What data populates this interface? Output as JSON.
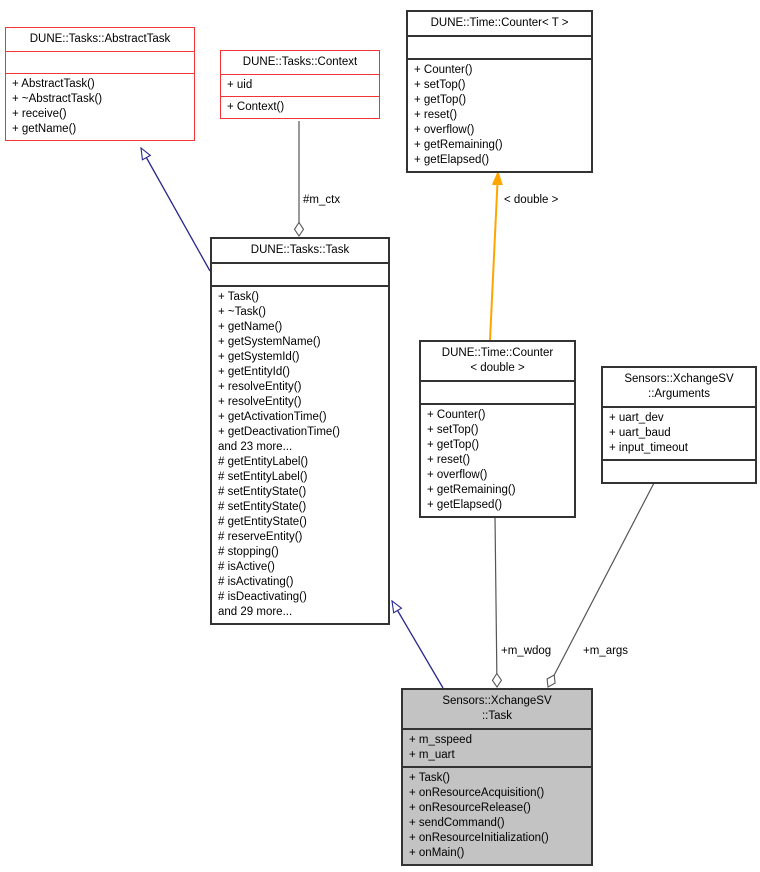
{
  "diagram": {
    "kind": "doxygen-collaboration-diagram",
    "colors": {
      "red_border": "#f13535",
      "plain_border": "#333333",
      "highlight_fill": "#c3c3c3",
      "inheritance_blue": "#28288f",
      "template_orange": "#ffa500",
      "edge_gray": "#555555"
    },
    "classes": [
      {
        "id": "abstract_task",
        "style": "red",
        "title_lines": [
          "DUNE::Tasks::AbstractTask"
        ],
        "attrs": [],
        "methods": [
          "+ AbstractTask()",
          "+ ~AbstractTask()",
          "+ receive()",
          "+ getName()"
        ]
      },
      {
        "id": "context",
        "style": "red",
        "title_lines": [
          "DUNE::Tasks::Context"
        ],
        "attrs": [
          "+ uid"
        ],
        "methods": [
          "+ Context()"
        ]
      },
      {
        "id": "counter_t",
        "style": "plain",
        "title_lines": [
          "DUNE::Time::Counter< T >"
        ],
        "attrs": [],
        "methods": [
          "+ Counter()",
          "+ setTop()",
          "+ getTop()",
          "+ reset()",
          "+ overflow()",
          "+ getRemaining()",
          "+ getElapsed()"
        ]
      },
      {
        "id": "task",
        "style": "plain",
        "title_lines": [
          "DUNE::Tasks::Task"
        ],
        "attrs": [],
        "methods": [
          "+ Task()",
          "+ ~Task()",
          "+ getName()",
          "+ getSystemName()",
          "+ getSystemId()",
          "+ getEntityId()",
          "+ resolveEntity()",
          "+ resolveEntity()",
          "+ getActivationTime()",
          "+ getDeactivationTime()",
          "and 23 more...",
          "# getEntityLabel()",
          "# setEntityLabel()",
          "# setEntityState()",
          "# setEntityState()",
          "# getEntityState()",
          "# reserveEntity()",
          "# stopping()",
          "# isActive()",
          "# isActivating()",
          "# isDeactivating()",
          "and 29 more..."
        ]
      },
      {
        "id": "counter_double",
        "style": "plain",
        "title_lines": [
          "DUNE::Time::Counter",
          "< double >"
        ],
        "attrs": [],
        "methods": [
          "+ Counter()",
          "+ setTop()",
          "+ getTop()",
          "+ reset()",
          "+ overflow()",
          "+ getRemaining()",
          "+ getElapsed()"
        ]
      },
      {
        "id": "arguments",
        "style": "plain",
        "title_lines": [
          "Sensors::XchangeSV",
          "::Arguments"
        ],
        "attrs": [
          "+ uart_dev",
          "+ uart_baud",
          "+ input_timeout"
        ],
        "methods": []
      },
      {
        "id": "xchange_task",
        "style": "gray",
        "title_lines": [
          "Sensors::XchangeSV",
          "::Task"
        ],
        "attrs": [
          "+ m_sspeed",
          "+ m_uart"
        ],
        "methods": [
          "+ Task()",
          "+ onResourceAcquisition()",
          "+ onResourceRelease()",
          "+ sendCommand()",
          "+ onResourceInitialization()",
          "+ onMain()"
        ]
      }
    ],
    "edge_labels": {
      "m_ctx": "#m_ctx",
      "template_double": "< double >",
      "m_wdog": "+m_wdog",
      "m_args": "+m_args"
    }
  }
}
